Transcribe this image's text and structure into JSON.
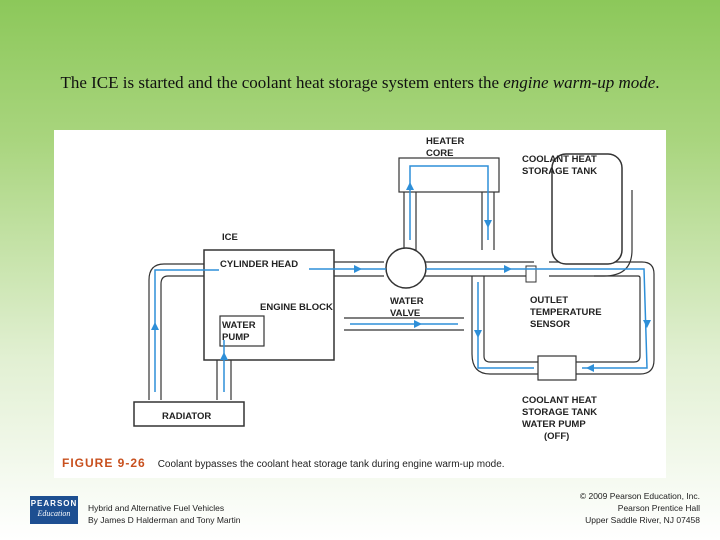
{
  "slide": {
    "title_prefix": "The ICE is started and the coolant heat storage system enters the ",
    "title_emphasis": "engine warm-up mode",
    "title_suffix": "."
  },
  "diagram": {
    "labels": {
      "heater_core_1": "HEATER",
      "heater_core_2": "CORE",
      "coolant_tank_1": "COOLANT HEAT",
      "coolant_tank_2": "STORAGE TANK",
      "ice": "ICE",
      "cylinder_head": "CYLINDER HEAD",
      "engine_block": "ENGINE BLOCK",
      "water_valve_1": "WATER",
      "water_valve_2": "VALVE",
      "outlet_1": "OUTLET",
      "outlet_2": "TEMPERATURE",
      "outlet_3": "SENSOR",
      "water_pump_1": "WATER",
      "water_pump_2": "PUMP",
      "radiator": "RADIATOR",
      "tank_pump_1": "COOLANT HEAT",
      "tank_pump_2": "STORAGE TANK",
      "tank_pump_3": "WATER PUMP",
      "tank_pump_4": "(OFF)"
    },
    "figure_number": "FIGURE 9-26",
    "figure_caption": "Coolant bypasses the coolant heat storage tank during engine warm-up mode.",
    "colors": {
      "flow": "#2e8fd8",
      "pipe": "#333333",
      "panel": "#ffffff"
    }
  },
  "footer": {
    "logo_top": "PEARSON",
    "logo_bottom": "Education",
    "book_title": "Hybrid and Alternative Fuel Vehicles",
    "book_authors": "By James D Halderman and Tony Martin",
    "copyright": "© 2009 Pearson Education, Inc.",
    "publisher": "Pearson Prentice Hall",
    "location": "Upper Saddle River, NJ 07458"
  }
}
